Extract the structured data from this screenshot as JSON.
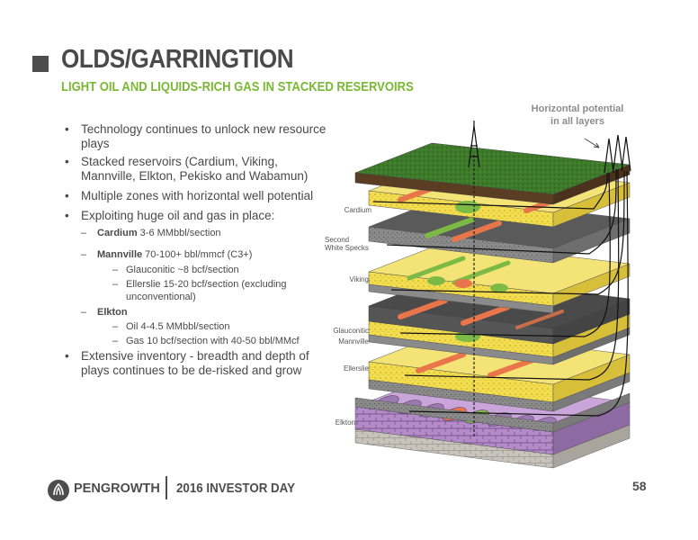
{
  "header": {
    "title": "OLDS/GARRINGTION",
    "subtitle": "LIGHT OIL AND LIQUIDS-RICH GAS IN STACKED RESERVOIRS"
  },
  "bullets": {
    "b1": "Technology continues to unlock new resource plays",
    "b2": "Stacked reservoirs (Cardium, Viking, Mannville, Elkton, Pekisko and Wabamun)",
    "b3": "Multiple zones with horizontal well potential",
    "b4": "Exploiting huge oil and gas in place:",
    "cardium_label": "Cardium",
    "cardium_text": " 3-6 MMbbl/section",
    "mannville_label": "Mannville",
    "mannville_text": " 70-100+ bbl/mmcf  (C3+)",
    "glauconitic": "Glauconitic ~8 bcf/section",
    "ellerslie": "Ellerslie 15-20 bcf/section (excluding unconventional)",
    "elkton_label": "Elkton",
    "elkton_oil": "Oil 4-4.5 MMbbl/section",
    "elkton_gas": "Gas 10 bcf/section with 40-50 bbl/MMcf",
    "b5": "Extensive inventory - breadth and depth of plays continues to be de-risked and grow"
  },
  "diagram": {
    "horizontal_label_1": "Horizontal potential",
    "horizontal_label_2": "in all layers",
    "layers": {
      "cardium": "Cardium",
      "second_1": "Second",
      "second_2": "White Specks",
      "viking": "Viking",
      "glauconitic": "Glauconitic",
      "mannville": "Mannville",
      "ellerslie": "Ellerslie",
      "elkton": "Elkton"
    }
  },
  "footer": {
    "brand": "PENGROWTH",
    "event": "2016 INVESTOR DAY",
    "page": "58"
  },
  "colors": {
    "title": "#4a4a4a",
    "subtitle": "#78b833",
    "ground": "#3d7a2a",
    "sand": "#f2dd4f",
    "shale": "#6e6e6e",
    "limestone": "#b48ac9",
    "oil": "#e8764a",
    "gas": "#7cba45"
  }
}
